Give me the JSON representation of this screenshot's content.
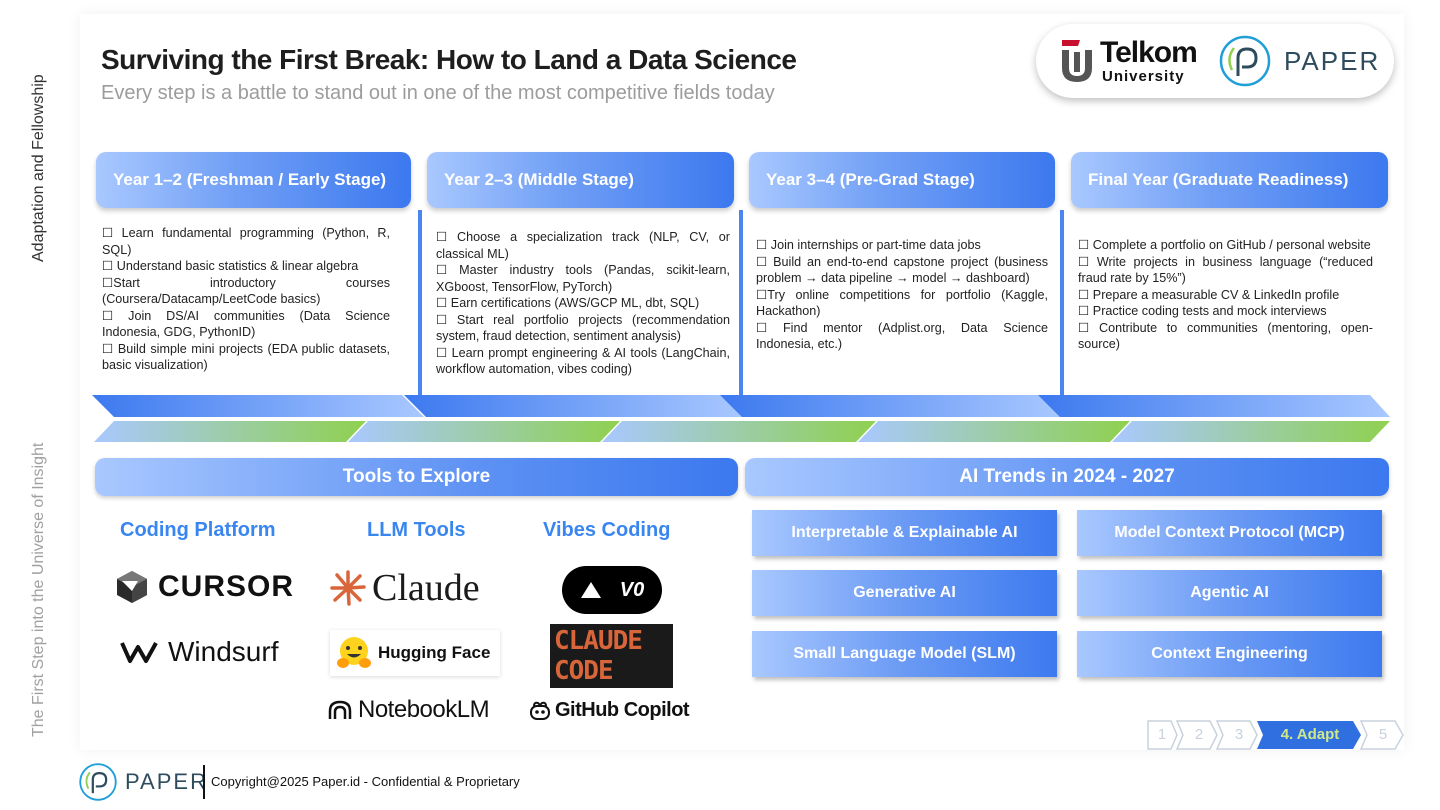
{
  "side": {
    "top_label": "Adaptation and Fellowship",
    "bottom_label": "The First Step into the Universe of Insight"
  },
  "header": {
    "title": "Surviving the First Break: How to Land a Data Science",
    "subtitle": "Every step is a battle to stand out in one of the most competitive fields today"
  },
  "logos": {
    "telkom_name": "Telkom",
    "telkom_sub": "University",
    "paper_name": "PAPER"
  },
  "stages": [
    {
      "title": "Year 1–2 (Freshman / Early Stage)",
      "items": [
        "☐ Learn fundamental programming (Python, R, SQL)",
        "☐ Understand basic statistics & linear algebra",
        "☐Start introductory courses (Coursera/Datacamp/LeetCode basics)",
        "☐ Join DS/AI communities (Data Science Indonesia, GDG, PythonID)",
        "☐ Build simple mini projects (EDA public datasets, basic visualization)"
      ]
    },
    {
      "title": "Year 2–3 (Middle Stage)",
      "items": [
        "☐ Choose a specialization track (NLP, CV, or classical ML)",
        "☐ Master industry tools (Pandas, scikit-learn, XGboost, TensorFlow, PyTorch)",
        "☐ Earn certifications (AWS/GCP ML, dbt, SQL)",
        "☐ Start real portfolio projects (recommendation system, fraud detection, sentiment analysis)",
        "☐ Learn prompt engineering & AI tools (LangChain, workflow automation, vibes coding)"
      ]
    },
    {
      "title": "Year 3–4 (Pre-Grad Stage)",
      "items": [
        "☐ Join internships or part-time data jobs",
        "☐ Build an end-to-end capstone project (business problem → data pipeline → model → dashboard)",
        "☐Try online competitions for portfolio (Kaggle, Hackathon)",
        "☐ Find mentor (Adplist.org, Data Science Indonesia, etc.)"
      ]
    },
    {
      "title": "Final Year (Graduate Readiness)",
      "items": [
        "☐ Complete a portfolio on GitHub / personal website",
        "☐ Write projects in business language (“reduced fraud rate by 15%”)",
        "☐ Prepare a measurable CV & LinkedIn profile",
        "☐ Practice coding tests and mock interviews",
        "☐ Contribute to communities (mentoring, open-source)"
      ]
    }
  ],
  "tools": {
    "header": "Tools to Explore",
    "categories": [
      "Coding Platform",
      "LLM Tools",
      "Vibes Coding"
    ],
    "cursor": "CURSOR",
    "windsurf": "Windsurf",
    "claude": "Claude",
    "huggingface": "Hugging Face",
    "notebooklm": "NotebookLM",
    "v0": "V0",
    "claude_code_1": "CLAUDE",
    "claude_code_2": "CODE",
    "copilot": "GitHub Copilot"
  },
  "trends": {
    "header": "AI Trends in 2024 - 2027",
    "items": [
      "Interpretable & Explainable AI",
      "Model Context Protocol (MCP)",
      "Generative AI",
      "Agentic AI",
      "Small Language Model (SLM)",
      "Context Engineering"
    ]
  },
  "steps": {
    "labels": [
      "1",
      "2",
      "3",
      "4. Adapt",
      "5"
    ],
    "active_index": 3
  },
  "footer": {
    "brand": "PAPER",
    "copyright": "Copyright@2025 Paper.id - Confidential & Proprietary"
  },
  "colors": {
    "accent_blue": "#3c79ef",
    "light_blue": "#a9c8ff",
    "green": "#8fd14f",
    "telkom_red": "#c8102e",
    "step_active": "#2f6fe0",
    "step_text_active": "#cfe88a"
  }
}
